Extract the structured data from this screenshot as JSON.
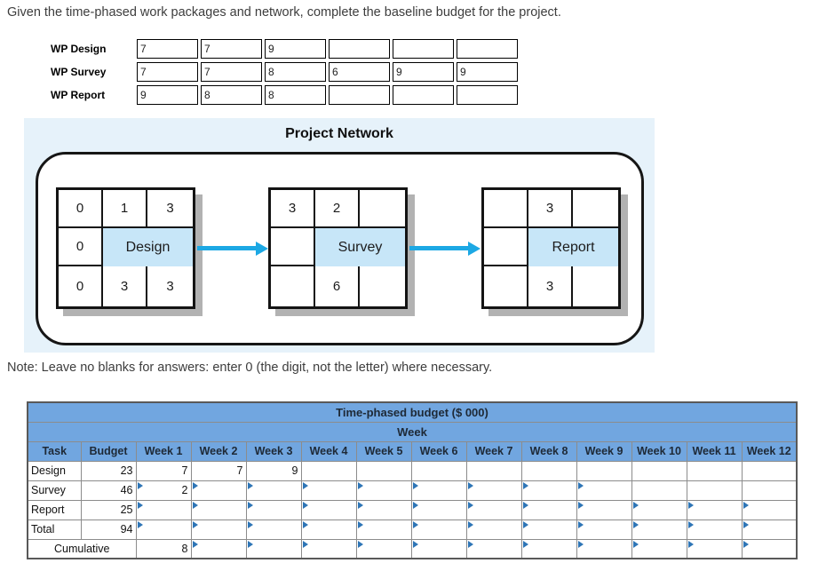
{
  "instruction": "Given the time-phased work packages and network, complete the baseline budget for the project.",
  "wp_table": {
    "rows": [
      {
        "label": "WP Design",
        "cells": [
          "7",
          "7",
          "9",
          "",
          "",
          ""
        ]
      },
      {
        "label": "WP Survey",
        "cells": [
          "7",
          "7",
          "8",
          "6",
          "9",
          "9"
        ]
      },
      {
        "label": "WP Report",
        "cells": [
          "9",
          "8",
          "8",
          "",
          "",
          ""
        ]
      }
    ]
  },
  "network": {
    "title": "Project Network",
    "nodes": [
      {
        "name": "Design",
        "top": [
          "0",
          "1",
          "3"
        ],
        "mid_left": "0",
        "bottom": [
          "0",
          "3",
          "3"
        ]
      },
      {
        "name": "Survey",
        "top": [
          "3",
          "2",
          ""
        ],
        "mid_left": "",
        "bottom": [
          "",
          "6",
          ""
        ]
      },
      {
        "name": "Report",
        "top": [
          "",
          "3",
          ""
        ],
        "mid_left": "",
        "bottom": [
          "",
          "3",
          ""
        ]
      }
    ]
  },
  "note": "Note: Leave no blanks for answers: enter 0 (the digit, not the letter) where necessary.",
  "budget": {
    "title": "Time-phased budget ($ 000)",
    "week_header": "Week",
    "columns": [
      "Task",
      "Budget",
      "Week 1",
      "Week 2",
      "Week 3",
      "Week 4",
      "Week 5",
      "Week 6",
      "Week 7",
      "Week 8",
      "Week 9",
      "Week 10",
      "Week 11",
      "Week 12"
    ],
    "rows": [
      {
        "task": "Design",
        "budget": "23",
        "merged_label": false,
        "cells": [
          [
            "7",
            "plain"
          ],
          [
            "7",
            "plain"
          ],
          [
            "9",
            "plain"
          ],
          [
            "",
            "plain"
          ],
          [
            "",
            "plain"
          ],
          [
            "",
            "plain"
          ],
          [
            "",
            "plain"
          ],
          [
            "",
            "plain"
          ],
          [
            "",
            "plain"
          ],
          [
            "",
            "plain"
          ],
          [
            "",
            "plain"
          ],
          [
            "",
            "plain"
          ]
        ]
      },
      {
        "task": "Survey",
        "budget": "46",
        "merged_label": false,
        "cells": [
          [
            "2",
            "input"
          ],
          [
            "",
            "input"
          ],
          [
            "",
            "input"
          ],
          [
            "",
            "input"
          ],
          [
            "",
            "input"
          ],
          [
            "",
            "input"
          ],
          [
            "",
            "input"
          ],
          [
            "",
            "input"
          ],
          [
            "",
            "input"
          ],
          [
            "",
            "plain"
          ],
          [
            "",
            "plain"
          ],
          [
            "",
            "plain"
          ]
        ]
      },
      {
        "task": "Report",
        "budget": "25",
        "merged_label": false,
        "cells": [
          [
            "",
            "input"
          ],
          [
            "",
            "input"
          ],
          [
            "",
            "input"
          ],
          [
            "",
            "input"
          ],
          [
            "",
            "input"
          ],
          [
            "",
            "input"
          ],
          [
            "",
            "input"
          ],
          [
            "",
            "input"
          ],
          [
            "",
            "input"
          ],
          [
            "",
            "input"
          ],
          [
            "",
            "input"
          ],
          [
            "",
            "input"
          ]
        ]
      },
      {
        "task": "Total",
        "budget": "94",
        "merged_label": false,
        "cells": [
          [
            "",
            "input"
          ],
          [
            "",
            "input"
          ],
          [
            "",
            "input"
          ],
          [
            "",
            "input"
          ],
          [
            "",
            "input"
          ],
          [
            "",
            "input"
          ],
          [
            "",
            "input"
          ],
          [
            "",
            "input"
          ],
          [
            "",
            "input"
          ],
          [
            "",
            "input"
          ],
          [
            "",
            "input"
          ],
          [
            "",
            "input"
          ]
        ]
      },
      {
        "task": "Cumulative",
        "budget": "",
        "merged_label": true,
        "cells": [
          [
            "8",
            "focus"
          ],
          [
            "",
            "input"
          ],
          [
            "",
            "input"
          ],
          [
            "",
            "input"
          ],
          [
            "",
            "input"
          ],
          [
            "",
            "input"
          ],
          [
            "",
            "input"
          ],
          [
            "",
            "input"
          ],
          [
            "",
            "input"
          ],
          [
            "",
            "input"
          ],
          [
            "",
            "input"
          ],
          [
            "",
            "input"
          ]
        ]
      }
    ]
  },
  "colors": {
    "header_blue": "#71a6e0",
    "input_border_blue": "#4f81bd",
    "flag_blue": "#2e75b6",
    "focus_dotted_blue": "#4472c4",
    "arrow_blue": "#1ca8e4",
    "node_fill_blue": "#c7e6f8",
    "panel_background": "#e6f2fa"
  }
}
